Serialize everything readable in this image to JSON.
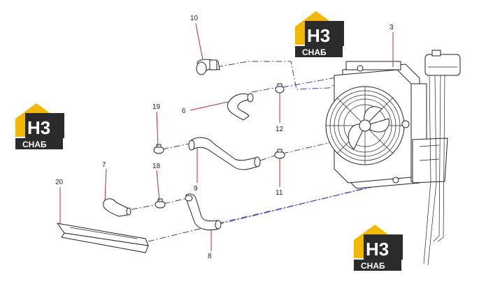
{
  "callouts": [
    {
      "id": "3",
      "label": "3"
    },
    {
      "id": "6",
      "label": "6"
    },
    {
      "id": "7",
      "label": "7"
    },
    {
      "id": "8",
      "label": "8"
    },
    {
      "id": "9",
      "label": "9"
    },
    {
      "id": "10",
      "label": "10"
    },
    {
      "id": "11",
      "label": "11"
    },
    {
      "id": "12",
      "label": "12"
    },
    {
      "id": "18",
      "label": "18"
    },
    {
      "id": "19",
      "label": "19"
    },
    {
      "id": "20",
      "label": "20"
    }
  ],
  "logo": {
    "mark": "H3",
    "caption": "СНАБ"
  },
  "colors": {
    "leader": "#c0282d",
    "assembly_line": "#3a3ab8",
    "logo_yellow": "#f2b705",
    "logo_dark": "#2b2b2b"
  }
}
